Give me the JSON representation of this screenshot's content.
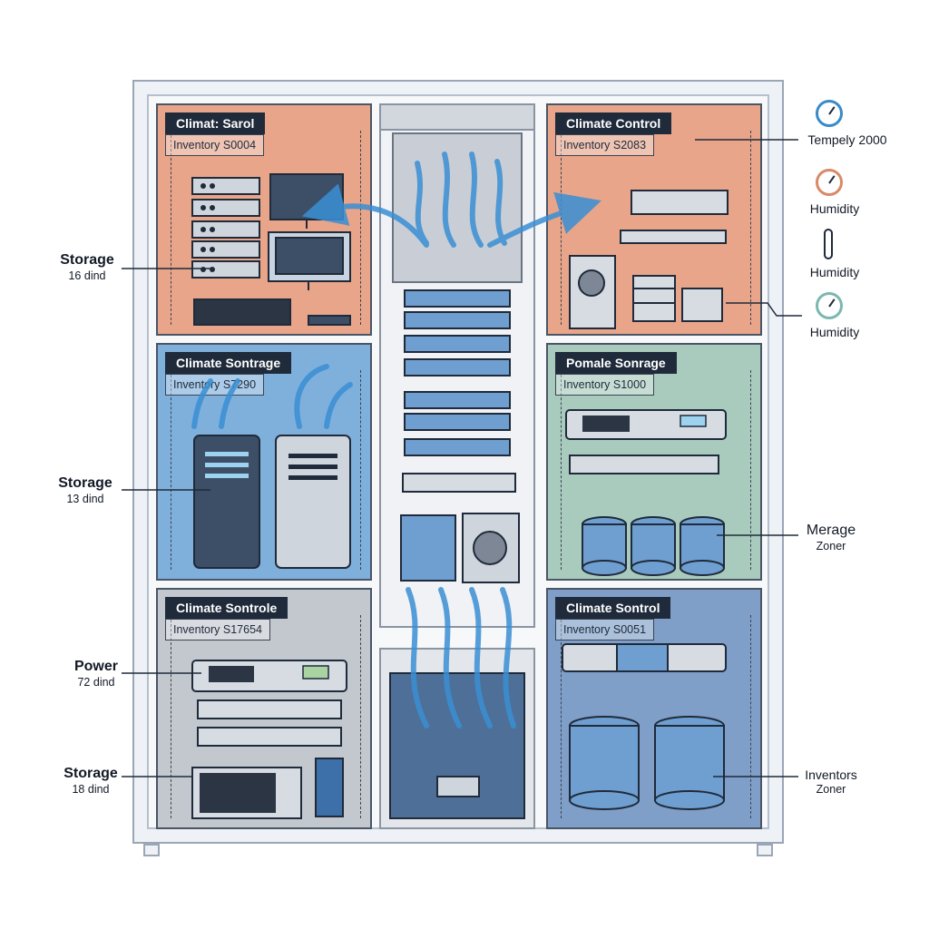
{
  "panels": {
    "top_left": {
      "title": "Climat: Sarol",
      "inventory": "Inventory S0004",
      "color": "#e9a58a"
    },
    "top_right": {
      "title": "Climate Control",
      "inventory": "Inventory S2083",
      "color": "#e9a58a"
    },
    "mid_left": {
      "title": "Climate Sontrage",
      "inventory": "Inventory S7290",
      "color": "#7fb0dc"
    },
    "mid_right": {
      "title": "Pomale Sonrage",
      "inventory": "Inventory S1000",
      "color": "#a9cbbd"
    },
    "bot_left": {
      "title": "Climate Sontrole",
      "inventory": "Inventory S17654",
      "color": "#c3c8cf"
    },
    "bot_right": {
      "title": "Climate Sontrol",
      "inventory": "Inventory S0051",
      "color": "#7f9ec8"
    }
  },
  "left_labels": [
    {
      "main": "Storage",
      "small": "16 dind"
    },
    {
      "main": "Storage",
      "small": "13 dind"
    },
    {
      "main": "Power",
      "small": "72 dind"
    },
    {
      "main": "Storage",
      "small": "18 dind"
    }
  ],
  "right_labels": {
    "temp": "Tempely 2000",
    "humidity_1": "Humidity",
    "humidity_2": "Humidity",
    "humidity_3": "Humidity",
    "merage": {
      "main": "Merage",
      "small": "Zoner"
    },
    "inventors": {
      "main": "Inventors",
      "small": "Zoner"
    }
  },
  "gauges": [
    {
      "name": "temperature-gauge-icon",
      "color": "#3a8ac8"
    },
    {
      "name": "humidity-gauge-icon",
      "color": "#d88a66"
    },
    {
      "name": "thermometer-icon",
      "color": "#1f2a3a"
    },
    {
      "name": "humidity-gauge-icon",
      "color": "#7ab8b0"
    }
  ],
  "colors": {
    "airflow": "#3a8fd4",
    "frame": "#4a5566",
    "dark": "#1f2a3a"
  }
}
